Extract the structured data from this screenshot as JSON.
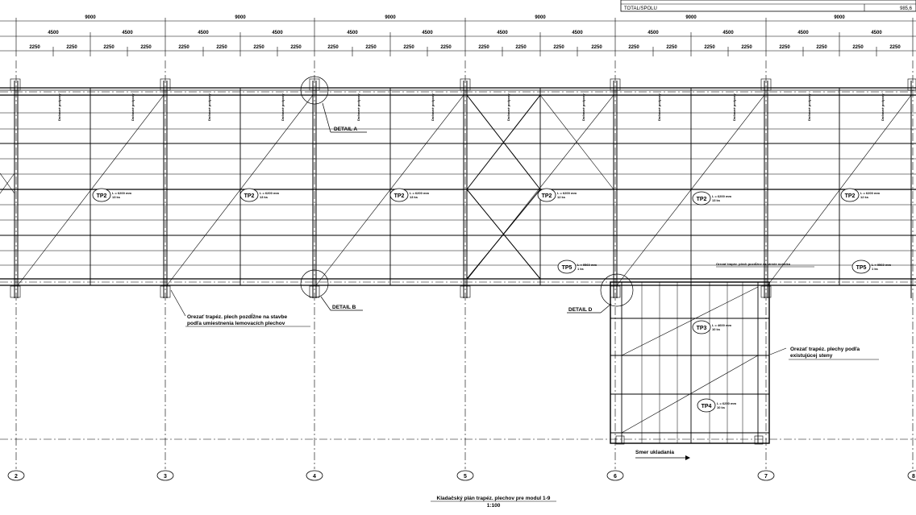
{
  "summary_table": {
    "label": "TOTAL/SPOLU",
    "value": "985,6"
  },
  "dimensions": {
    "module": "9000",
    "half": "4500",
    "quarter": "2250"
  },
  "vertical_label": "Dočasné podpory",
  "details": {
    "a": "DETAIL A",
    "b": "DETAIL B",
    "d": "DETAIL D"
  },
  "panels": [
    {
      "tag": "TP2",
      "length": "L = 6200 mm",
      "count": "13 ks"
    },
    {
      "tag": "TP2",
      "length": "L = 6200 mm",
      "count": "13 ks"
    },
    {
      "tag": "TP2",
      "length": "L = 6200 mm",
      "count": "13 ks"
    },
    {
      "tag": "TP2",
      "length": "L = 6200 mm",
      "count": "12 ks"
    },
    {
      "tag": "TP2",
      "length": "L = 6200 mm",
      "count": "13 ks"
    },
    {
      "tag": "TP2",
      "length": "L = 6200 mm",
      "count": "12 ks"
    }
  ],
  "tp5": [
    {
      "tag": "TP5",
      "length": "L = 9560 mm",
      "count": "1 ks"
    },
    {
      "tag": "TP5",
      "length": "L = 9560 mm",
      "count": "1 ks"
    }
  ],
  "tp3": {
    "tag": "TP3",
    "length": "L = 4600 mm",
    "count": "10 ks"
  },
  "tp4": {
    "tag": "TP4",
    "length": "L = 6250 mm",
    "count": "10 ks"
  },
  "notes": {
    "cut_long_1": "Orezať trapéz. plech pozdĺžne na stavbe",
    "cut_long_2": "podľa umiestnenia lemovacích plechov",
    "cut_wall_1": "Orezať trapéz. plechy podľa",
    "cut_wall_2": "existujúcej steny",
    "cut_top": "Orezať trapéz. plech pozdĺžne na strede nosníka",
    "direction": "Smer ukladania"
  },
  "axes": [
    "2",
    "3",
    "4",
    "5",
    "6",
    "7",
    "8"
  ],
  "title": {
    "line1": "Kladačský plán trapéz. plechov pre modul 1-9",
    "line2": "1:100"
  }
}
